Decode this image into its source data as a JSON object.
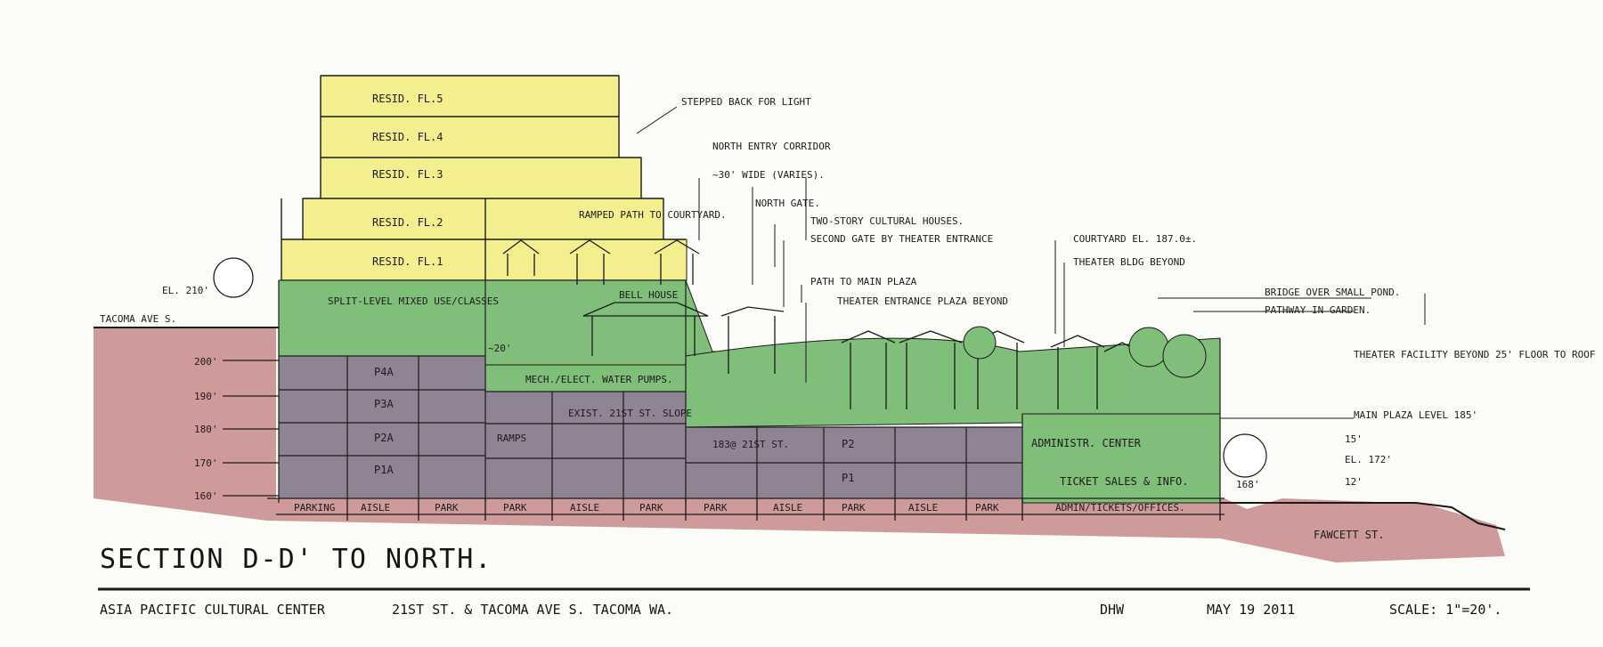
{
  "colors": {
    "residential": "#f3ef8e",
    "green": "#7fbf7a",
    "parking": "#8f8494",
    "ground": "#cf9a9a",
    "ink": "#1a1a1a"
  },
  "title": "SECTION D-D' TO NORTH.",
  "footer": {
    "project": "ASIA PACIFIC CULTURAL CENTER",
    "address": "21ST ST. & TACOMA AVE S. TACOMA WA.",
    "initials": "DHW",
    "date": "MAY 19 2011",
    "scale": "SCALE: 1\"=20'."
  },
  "residential_floors": [
    "RESID. FL.5",
    "RESID. FL.4",
    "RESID. FL.3",
    "RESID. FL.2",
    "RESID. FL.1"
  ],
  "parking_levels": [
    "P4A",
    "P3A",
    "P2A",
    "P1A"
  ],
  "parking_east": [
    "P2",
    "P1"
  ],
  "elevations": [
    "200'",
    "190'",
    "180'",
    "170'",
    "160'"
  ],
  "bottom_strip": [
    "PARKING",
    "AISLE",
    "PARK",
    "PARK",
    "AISLE",
    "PARK",
    "PARK",
    "AISLE",
    "PARK",
    "AISLE",
    "PARK",
    "ADMIN/TICKETS/OFFICES."
  ],
  "labels": {
    "el_210": "EL. 210'",
    "tacoma": "TACOMA AVE S.",
    "split_level": "SPLIT-LEVEL MIXED USE/CLASSES",
    "ramped_path": "RAMPED PATH TO COURTYARD.",
    "bell_house": "BELL HOUSE",
    "stepped_back": "STEPPED BACK FOR LIGHT",
    "north_entry": "NORTH ENTRY CORRIDOR",
    "wide_30": "~30' WIDE (VARIES).",
    "north_gate": "NORTH GATE.",
    "two_story": "TWO-STORY CULTURAL HOUSES.",
    "second_gate": "SECOND GATE BY THEATER ENTRANCE",
    "path_main": "PATH TO MAIN PLAZA",
    "theater_entrance": "THEATER ENTRANCE PLAZA BEYOND",
    "courtyard_el": "COURTYARD EL. 187.0±.",
    "theater_bldg": "THEATER BLDG BEYOND",
    "bridge": "BRIDGE OVER SMALL POND.",
    "pathway": "PATHWAY IN GARDEN.",
    "theater_facility": "THEATER FACILITY BEYOND 25' FLOOR TO ROOF",
    "main_plaza": "MAIN PLAZA LEVEL 185'",
    "dim_15": "15'",
    "el_172": "EL. 172'",
    "dim_12": "12'",
    "el_168": "168'",
    "fawcett": "FAWCETT ST.",
    "admin_center": "ADMINISTR. CENTER",
    "ticket_sales": "TICKET SALES & INFO.",
    "mech_elect": "MECH./ELECT. WATER PUMPS.",
    "exist_slope": "EXIST. 21ST ST. SLOPE",
    "ramps": "RAMPS",
    "at_21st": "183@ 21ST ST.",
    "dim_20": "~20'"
  }
}
